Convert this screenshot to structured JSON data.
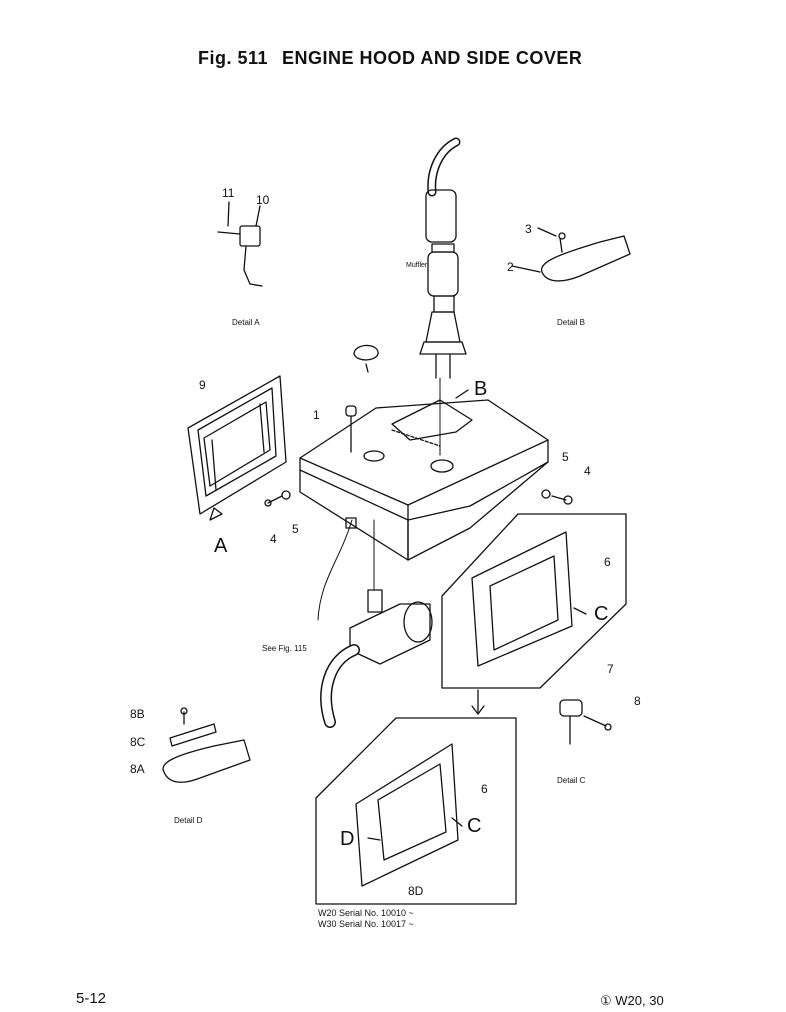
{
  "title": {
    "fig": "Fig. 511",
    "text": "ENGINE HOOD AND SIDE COVER"
  },
  "callouts": {
    "c1": "1",
    "c2": "2",
    "c3": "3",
    "c4a": "4",
    "c4b": "4",
    "c5a": "5",
    "c5b": "5",
    "c6a": "6",
    "c6b": "6",
    "c7": "7",
    "c8": "8",
    "c9": "9",
    "c10": "10",
    "c11": "11",
    "c8a": "8A",
    "c8b": "8B",
    "c8c": "8C",
    "c8d": "8D"
  },
  "view_letters": {
    "a": "A",
    "b": "B",
    "c1": "C",
    "c2": "C",
    "d": "D"
  },
  "captions": {
    "detail_a": "Detail A",
    "detail_b": "Detail B",
    "detail_c": "Detail C",
    "detail_d": "Detail D",
    "muffler": "Muffler",
    "see_fig": "See Fig. 115"
  },
  "serials": {
    "line1": "W20 Serial No. 10010 ~",
    "line2": "W30 Serial No. 10017 ~"
  },
  "footer": {
    "page": "5-12",
    "model": "① W20, 30"
  }
}
